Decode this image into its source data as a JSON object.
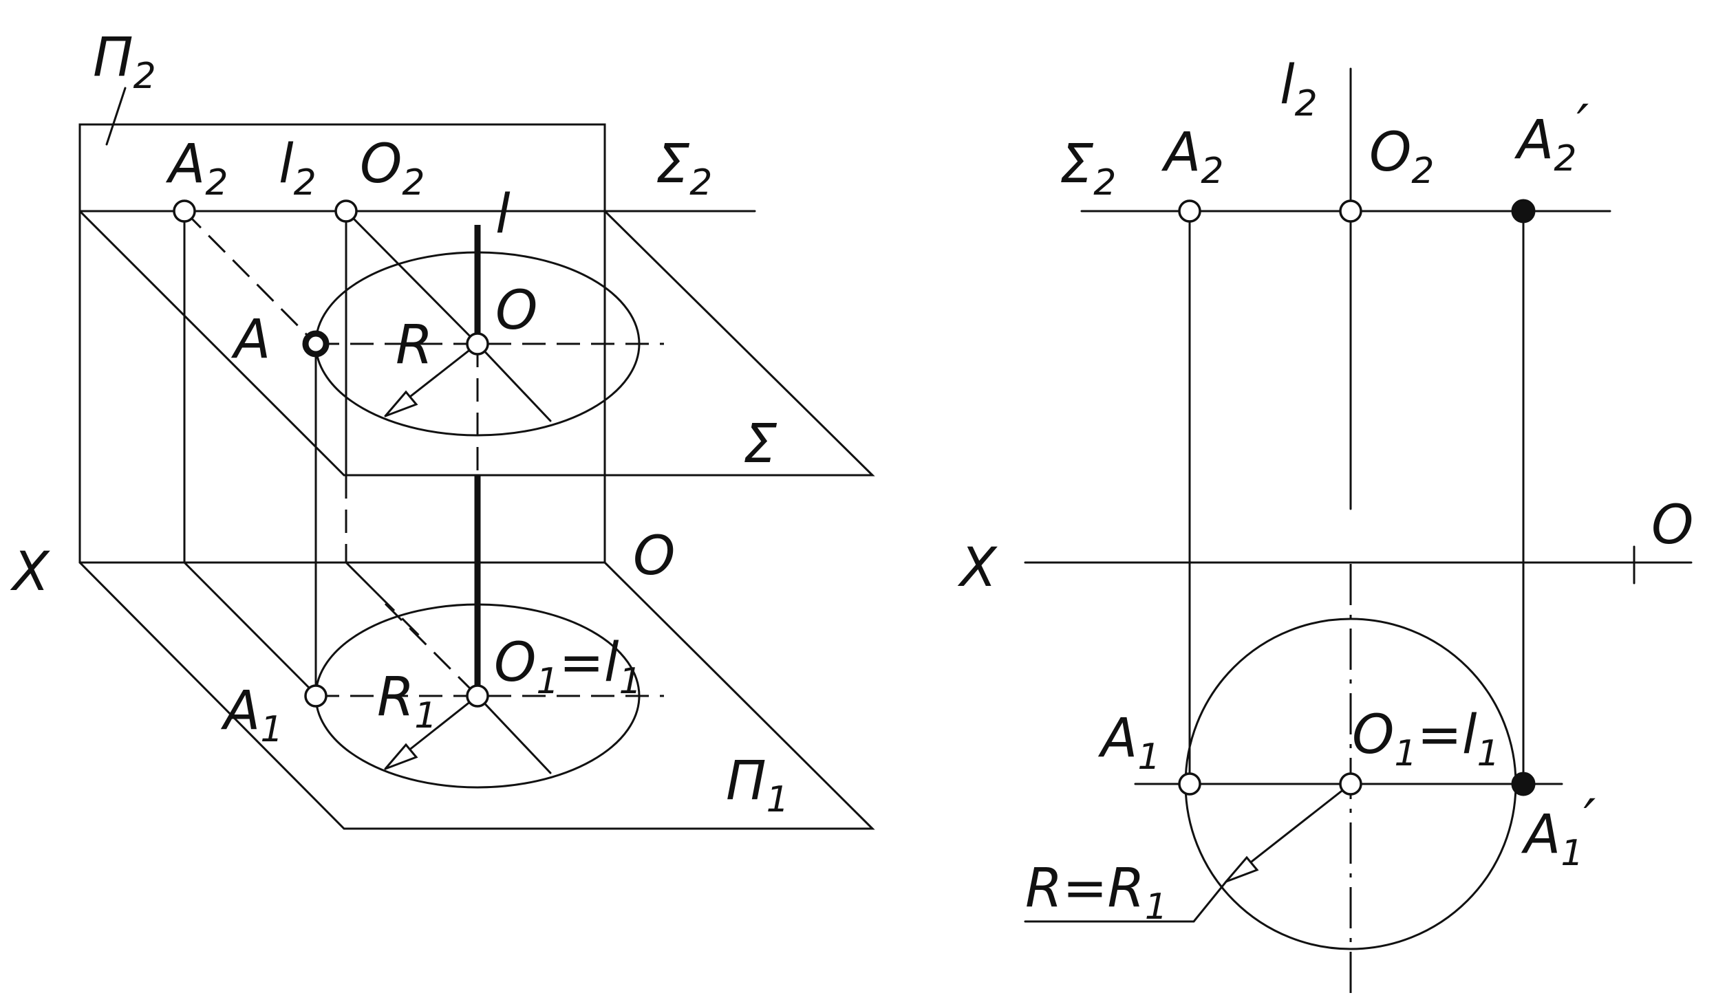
{
  "left_view": {
    "plane_frontal": "Π",
    "plane_frontal_sub": "2",
    "plane_horizontal": "Π",
    "plane_horizontal_sub": "1",
    "plane_sigma": "Σ",
    "plane_sigma2": "Σ",
    "plane_sigma2_sub": "2",
    "axis_x": "X",
    "axis_o": "O",
    "point_a": "A",
    "point_a2": "A",
    "point_a2_sub": "2",
    "point_a1": "A",
    "point_a1_sub": "1",
    "line_l": "l",
    "line_l2": "l",
    "line_l2_sub": "2",
    "center_o": "O",
    "center_o2": "O",
    "center_o2_sub": "2",
    "center_o1": "O",
    "center_o1_sub": "1",
    "center_o1_eq": "=l",
    "center_o1_eq_sub": "1",
    "radius_r": "R",
    "radius_r1": "R",
    "radius_r1_sub": "1"
  },
  "right_view": {
    "line_l2": "l",
    "line_l2_sub": "2",
    "plane_sigma2": "Σ",
    "plane_sigma2_sub": "2",
    "point_a2": "A",
    "point_a2_sub": "2",
    "center_o2": "O",
    "center_o2_sub": "2",
    "point_a2p": "A",
    "point_a2p_sub": "2",
    "point_a2p_prime": "′",
    "axis_x": "X",
    "axis_o": "O",
    "point_a1": "A",
    "point_a1_sub": "1",
    "center_o1": "O",
    "center_o1_sub": "1",
    "center_o1_eq": "=l",
    "center_o1_eq_sub": "1",
    "point_a1p": "A",
    "point_a1p_sub": "1",
    "point_a1p_prime": "′",
    "radius_eq": "R=R",
    "radius_eq_sub": "1"
  }
}
